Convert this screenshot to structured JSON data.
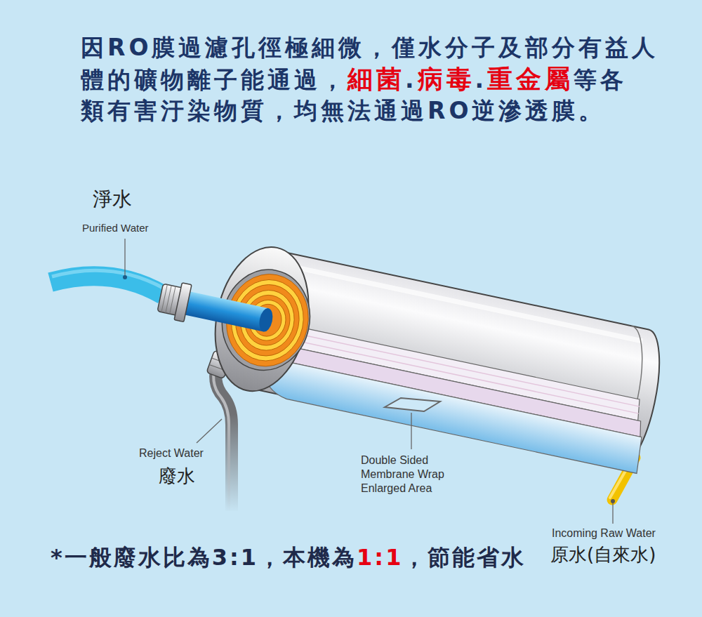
{
  "diagram": {
    "labels": [
      "因RO膜過濾孔徑極細微，僅水分子及部分有益人",
      "體的礦物離子能通過，",
      "細菌",
      ".",
      "病毒",
      ".",
      "重金屬",
      "等各",
      "類有害汙染物質，均無法通過RO逆滲透膜。",
      "淨水",
      "Purified Water",
      "Reject Water",
      "廢水",
      "Double Sided Membrane Wrap Enlarged Area",
      "Incoming Raw Water",
      "原水(自來水)",
      "*一般廢水比為3:1，本機為",
      "1:1",
      "，節能省水"
    ]
  }
}
